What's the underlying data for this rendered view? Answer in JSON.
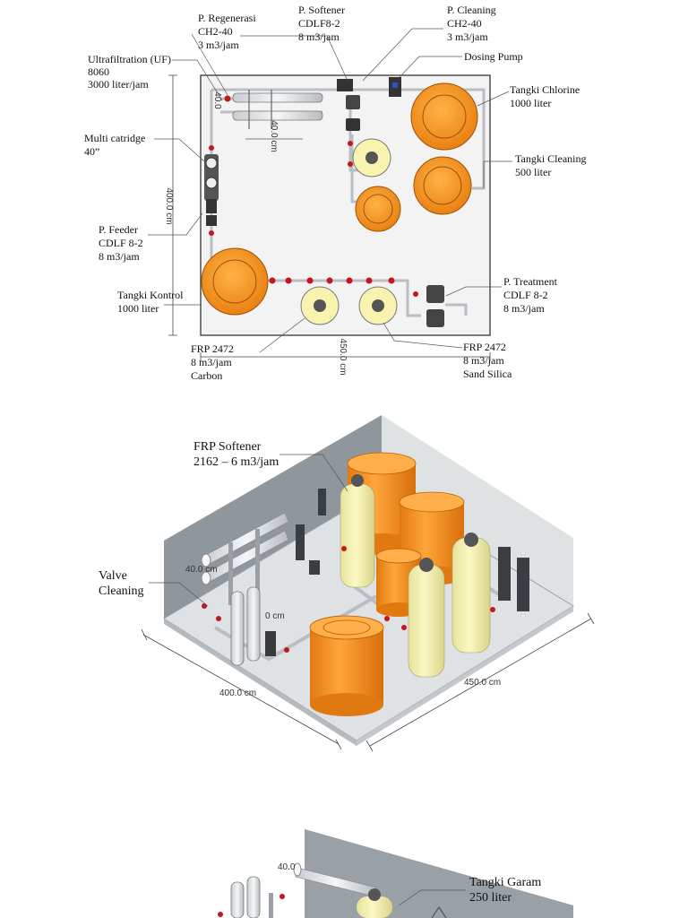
{
  "plan": {
    "labels": {
      "regen": [
        "P. Regenerasi",
        "CH2-40",
        "3 m3/jam"
      ],
      "softener_pump": [
        "P. Softener",
        "CDLF8-2",
        "8 m3/jam"
      ],
      "cleaning_pump": [
        "P. Cleaning",
        "CH2-40",
        "3 m3/jam"
      ],
      "dosing": [
        "Dosing Pump"
      ],
      "uf": [
        "Ultrafiltration (UF)",
        "8060",
        "3000 liter/jam"
      ],
      "chlorine": [
        "Tangki Chlorine",
        "1000 liter"
      ],
      "multi": [
        "Multi catridge",
        "40”"
      ],
      "cleaning_tank": [
        "Tangki Cleaning",
        "500 liter"
      ],
      "feeder": [
        "P. Feeder",
        "CDLF 8-2",
        "8 m3/jam"
      ],
      "treatment": [
        "P. Treatment",
        "CDLF 8-2",
        "8 m3/jam"
      ],
      "kontrol": [
        "Tangki Kontrol",
        "1000 liter"
      ],
      "frp_carbon": [
        "FRP 2472",
        "8 m3/jam",
        "Carbon"
      ],
      "frp_sand": [
        "FRP 2472",
        "8 m3/jam",
        "Sand Silica"
      ]
    },
    "dims": {
      "height": "400.0 cm",
      "width": "450.0 cm",
      "uf_len": "40.0",
      "uf_gap": "40.0 cm"
    }
  },
  "iso1": {
    "labels": {
      "softener": [
        "FRP Softener",
        "2162 – 6 m3/jam"
      ],
      "valve": [
        "Valve",
        "Cleaning"
      ]
    },
    "dims": {
      "uf": "40.0 cm",
      "inner": "0 cm",
      "left": "400.0 cm",
      "right": "450.0 cm"
    }
  },
  "iso2": {
    "labels": {
      "salt": [
        "Tangki Garam",
        "250 liter"
      ]
    },
    "dims": {
      "uf": "40.0"
    }
  },
  "colors": {
    "tank_orange": "#f7941d",
    "frp_yellow": "#f7f3a8",
    "pipe": "#b9bec4",
    "valve_red": "#c4161c",
    "wall": "#8f979d"
  }
}
